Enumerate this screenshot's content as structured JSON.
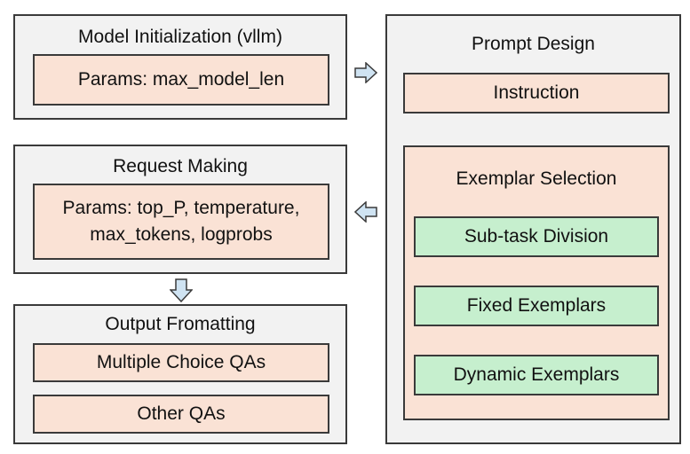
{
  "model_init": {
    "title": "Model Initialization (vllm)",
    "params": "Params: max_model_len"
  },
  "request_making": {
    "title": "Request Making",
    "params_line1": "Params: top_P, temperature,",
    "params_line2": "max_tokens, logprobs"
  },
  "output_formatting": {
    "title": "Output Fromatting",
    "items": [
      "Multiple Choice QAs",
      "Other QAs"
    ]
  },
  "prompt_design": {
    "title": "Prompt Design",
    "instruction": "Instruction",
    "exemplar_selection": {
      "title": "Exemplar Selection",
      "items": [
        "Sub-task Division",
        "Fixed Exemplars",
        "Dynamic Exemplars"
      ]
    }
  },
  "colors": {
    "panel_bg": "#f2f2f2",
    "box_peach": "#fae2d5",
    "box_green": "#c6efce",
    "arrow_fill": "#cfe3f2",
    "border": "#3a3a3a"
  }
}
